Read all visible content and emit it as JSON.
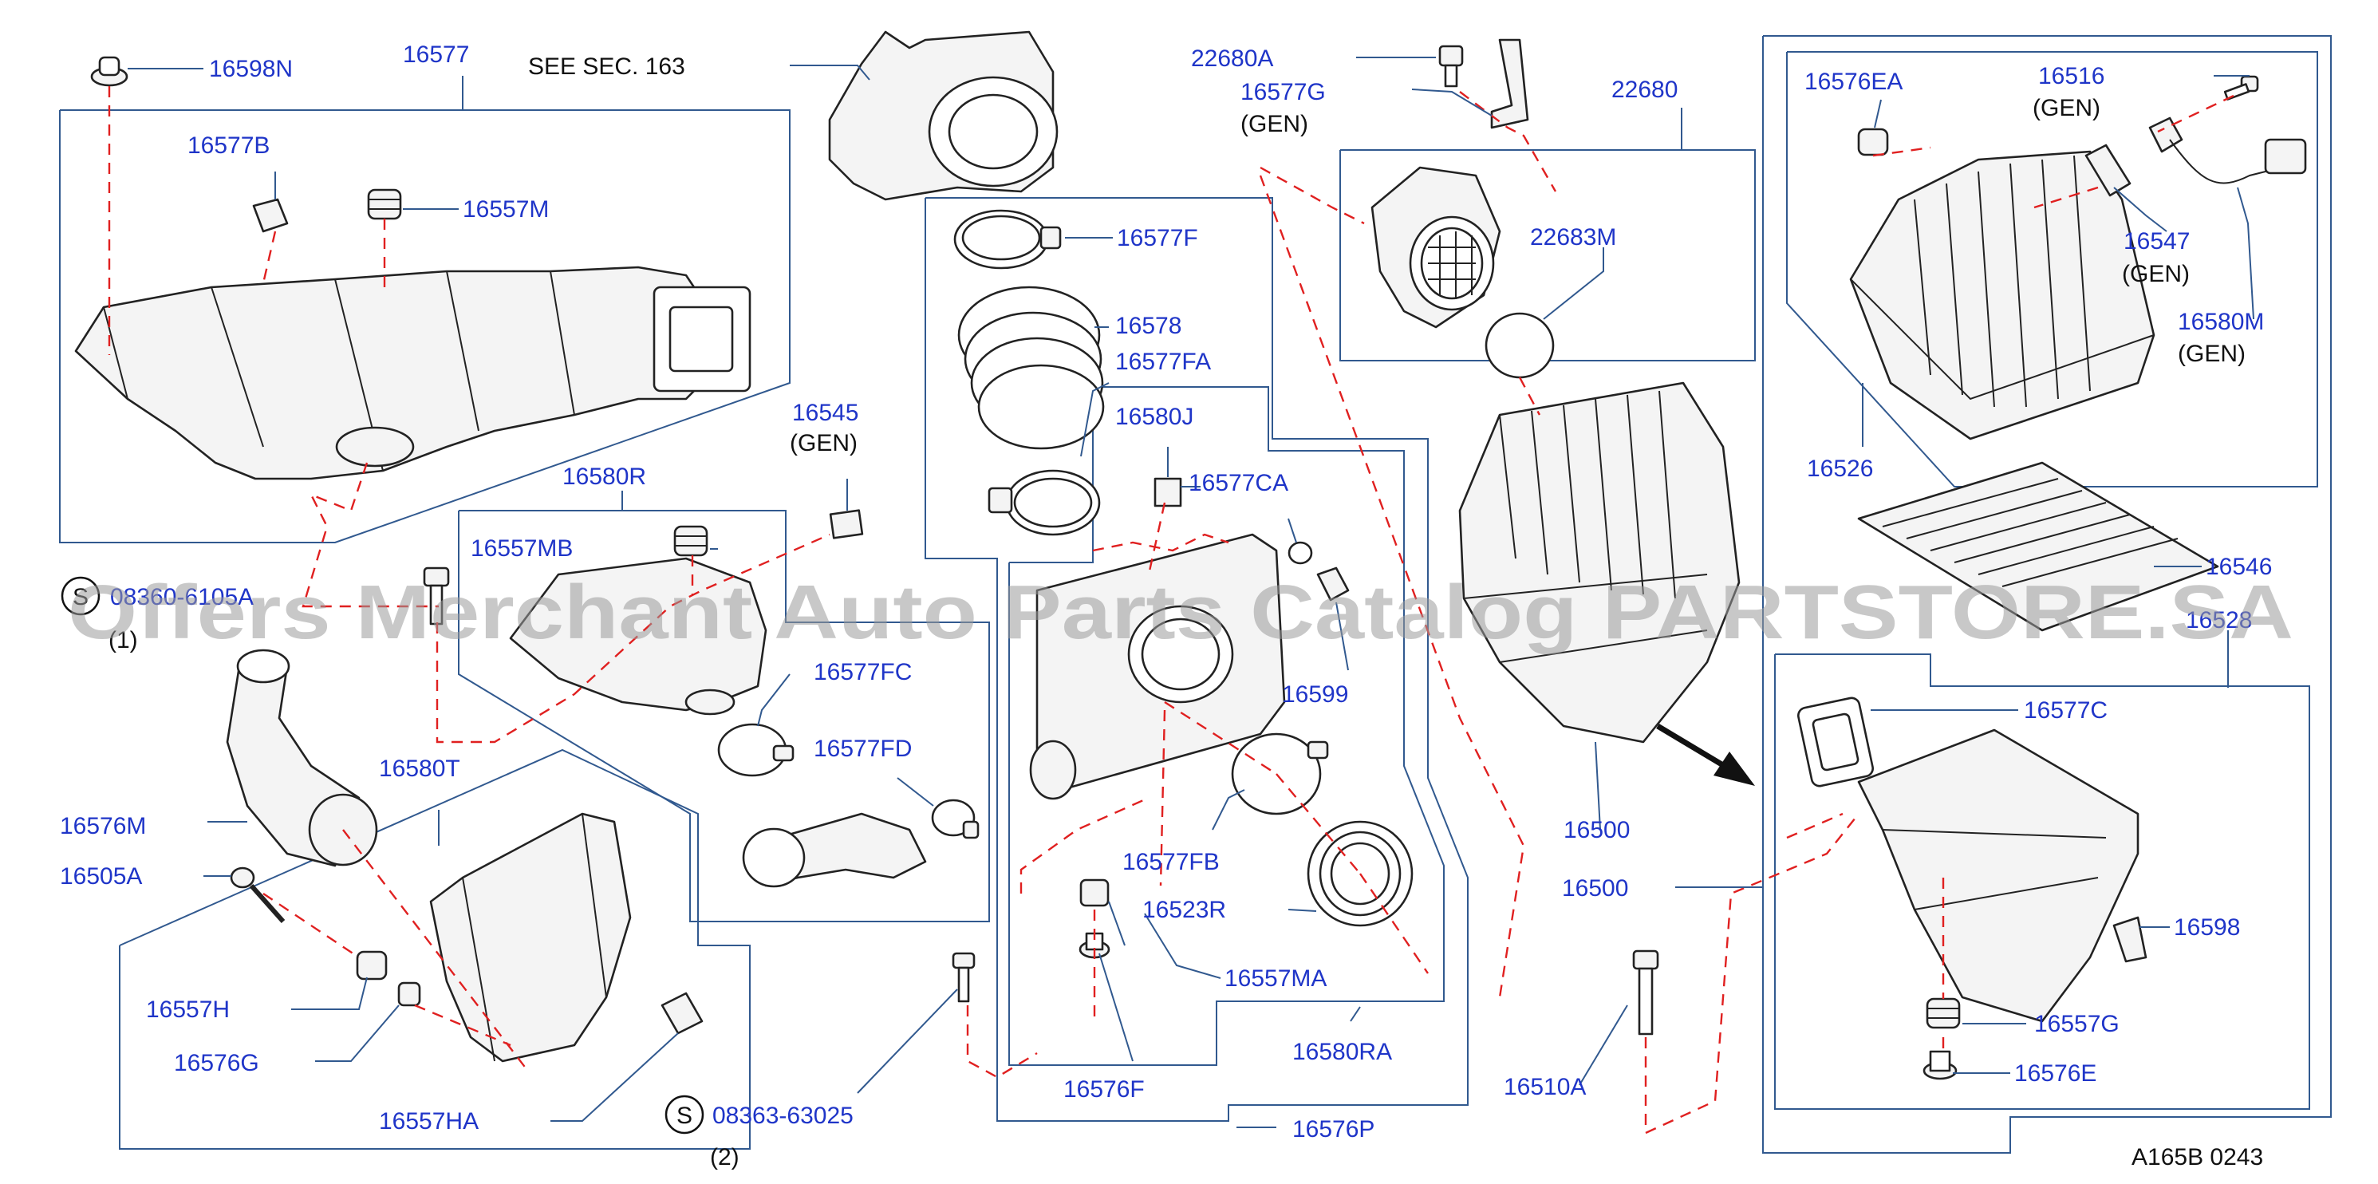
{
  "watermark": "Offers Merchant Auto Parts Catalog PARTSTORE.SA",
  "footer_code": "A165B  0243",
  "see_sec": "SEE   SEC.   163",
  "arrow_label": "16500",
  "labels": {
    "p16598N": "16598N",
    "p16577": "16577",
    "p16577B": "16577B",
    "p16557M": "16557M",
    "p16580R": "16580R",
    "p16557MB": "16557MB",
    "p16545": "16545",
    "gen": "(GEN)",
    "s08360": "08360-6105A",
    "qty1": "(1)",
    "p16576M": "16576M",
    "p16505A": "16505A",
    "p16580T": "16580T",
    "p16557H": "16557H",
    "p16576G": "16576G",
    "p16557HA": "16557HA",
    "s08363": "08363-63025",
    "qty2": "(2)",
    "p16577F": "16577F",
    "p16578": "16578",
    "p16577FA": "16577FA",
    "p16580J": "16580J",
    "p16577CA": "16577CA",
    "p16577FC": "16577FC",
    "p16577FD": "16577FD",
    "p16599": "16599",
    "p16577FB": "16577FB",
    "p16523R": "16523R",
    "p16557MA": "16557MA",
    "p16576F": "16576F",
    "p16580RA": "16580RA",
    "p16576P": "16576P",
    "p22680A": "22680A",
    "p16577G": "16577G",
    "p22680": "22680",
    "p22683M": "22683M",
    "p16500a": "16500",
    "p16510A": "16510A",
    "p16576EA": "16576EA",
    "p16516": "16516",
    "p16547": "16547",
    "p16580M": "16580M",
    "p16526": "16526",
    "p16546": "16546",
    "p16528": "16528",
    "p16577C": "16577C",
    "p16500b": "16500",
    "p16598": "16598",
    "p16557G": "16557G",
    "p16576E": "16576E"
  },
  "symbols": {
    "s_mark": "S"
  },
  "colors": {
    "label_blue": "#1f35c8",
    "frame_line": "#31598f",
    "dashed_red": "#e02020",
    "part_stroke": "#222222"
  },
  "icons": [
    "standard-part-s-icon",
    "direction-arrow-icon"
  ]
}
